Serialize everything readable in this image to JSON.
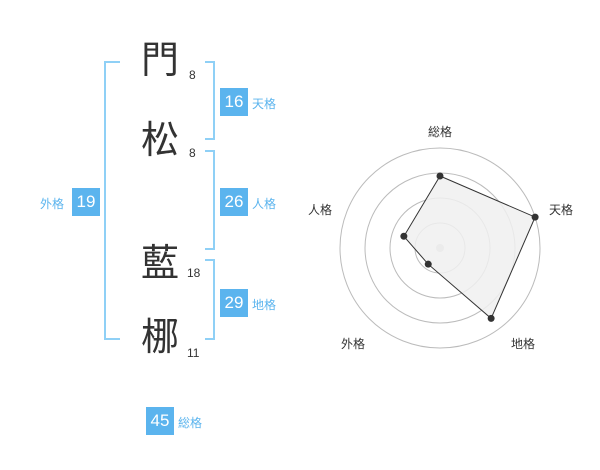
{
  "name": {
    "chars": [
      {
        "char": "門",
        "strokes": "8"
      },
      {
        "char": "松",
        "strokes": "8"
      },
      {
        "char": "藍",
        "strokes": "18"
      },
      {
        "char": "梛",
        "strokes": "11"
      }
    ]
  },
  "kaku": {
    "tenkaku": {
      "value": "16",
      "label": "天格"
    },
    "jinkaku": {
      "value": "26",
      "label": "人格"
    },
    "chikaku": {
      "value": "29",
      "label": "地格"
    },
    "gaikaku": {
      "value": "19",
      "label": "外格"
    },
    "soukaku": {
      "value": "45",
      "label": "総格"
    }
  },
  "chart_data": {
    "type": "radar",
    "axes": [
      "総格",
      "天格",
      "地格",
      "外格",
      "人格"
    ],
    "values": [
      0.72,
      1.0,
      0.87,
      0.2,
      0.38
    ],
    "rings": 4,
    "grid": true
  },
  "colors": {
    "accent": "#5bb4ee",
    "bracket": "#8fd0f6",
    "text": "#333333",
    "ring": "#bbbbbb",
    "fill": "#f0f0f0"
  }
}
